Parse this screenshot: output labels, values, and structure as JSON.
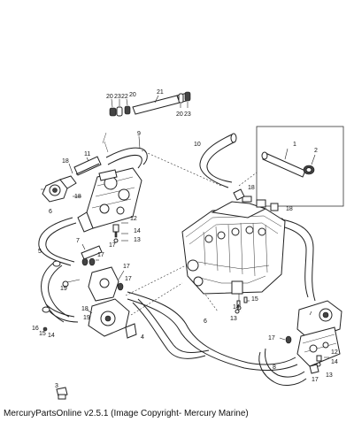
{
  "caption": "MercuryPartsOnline v2.5.1 (Image Copyright- Mercury Marine)",
  "callouts": {
    "c20a": "20",
    "c23a": "23",
    "c22": "22",
    "c20b": "20",
    "c21": "21",
    "c20c": "20",
    "c23b": "23",
    "c11": "11",
    "c9": "9",
    "c10": "10",
    "c1": "1",
    "c2": "2",
    "c18a": "18",
    "c18b": "18",
    "c18c": "18",
    "c18d": "18",
    "c18e": "18",
    "c6a": "6",
    "c12": "12",
    "c14a": "14",
    "c13a": "13",
    "c7": "7",
    "c17a": "17",
    "c5": "5",
    "c17b": "17",
    "c17c": "17",
    "c19a": "19",
    "c17d": "17",
    "c19b": "19",
    "c16": "16",
    "c15a": "15",
    "c14b": "14",
    "c4": "4",
    "c6b": "6",
    "c14c": "14",
    "c15b": "15",
    "c13b": "13",
    "c17e": "17",
    "c8": "8",
    "c12b": "12",
    "c14d": "14",
    "c17f": "17",
    "c13c": "13",
    "c3": "3"
  }
}
